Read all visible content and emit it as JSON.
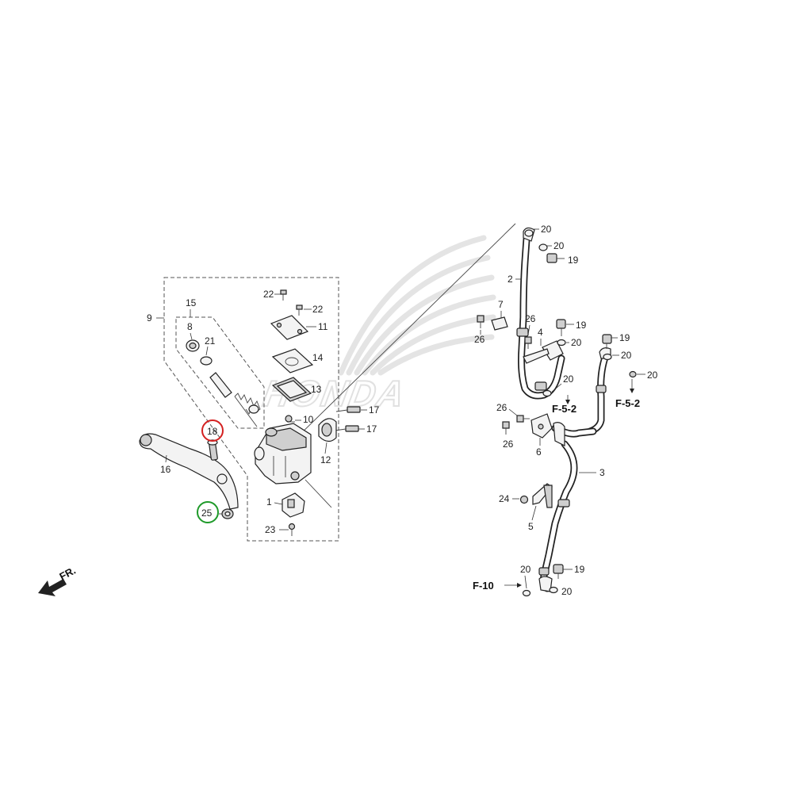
{
  "labels": {
    "p1": "1",
    "p2": "2",
    "p3": "3",
    "p4": "4",
    "p5": "5",
    "p6": "6",
    "p7": "7",
    "p8": "8",
    "p9": "9",
    "p10": "10",
    "p11": "11",
    "p12": "12",
    "p13": "13",
    "p14": "14",
    "p15": "15",
    "p16": "16",
    "p17a": "17",
    "p17b": "17",
    "p18": "18",
    "p19a": "19",
    "p19b": "19",
    "p19c": "19",
    "p19d": "19",
    "p20a": "20",
    "p20b": "20",
    "p20c": "20",
    "p20d": "20",
    "p20e": "20",
    "p20f": "20",
    "p20g": "20",
    "p20h": "20",
    "p21": "21",
    "p22a": "22",
    "p22b": "22",
    "p23": "23",
    "p24": "24",
    "p25": "25",
    "p26a": "26",
    "p26b": "26",
    "p26c": "26",
    "p26d": "26"
  },
  "refs": {
    "f52a": "F-5-2",
    "f52b": "F-5-2",
    "f10": "F-10"
  },
  "direction": {
    "label": "FR."
  },
  "watermark": {
    "brand": "HONDA",
    "color": "#e1e1e1"
  },
  "highlights": {
    "part18_color": "#d42020",
    "part25_color": "#1f9a2a"
  }
}
